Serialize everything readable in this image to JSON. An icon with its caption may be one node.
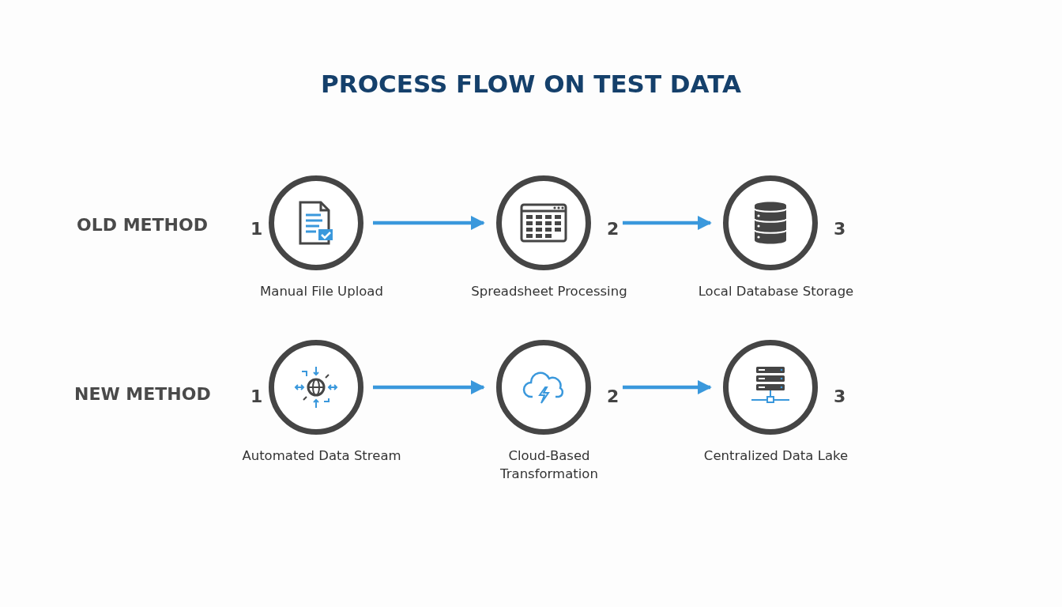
{
  "diagram": {
    "title": "PROCESS FLOW ON TEST DATA",
    "nodes": [
      {
        "text": [
          "Manual File Upload"
        ],
        "beside": [
          "1"
        ]
      },
      {
        "text": [
          "Spreadsheet Processing"
        ],
        "beside": [
          "2"
        ]
      },
      {
        "text": [
          "Local Database Storage"
        ],
        "beside": [
          "3"
        ]
      },
      {
        "text": [
          "Automated Data Stream"
        ],
        "beside": [
          "1"
        ]
      },
      {
        "text": [
          "Cloud-Based Transformation"
        ],
        "beside": [
          "2"
        ]
      },
      {
        "text": [
          "Centralized Data Lake"
        ],
        "beside": [
          "3"
        ]
      }
    ],
    "edges": [
      {
        "from": 0,
        "to": 1,
        "arrow": "to"
      },
      {
        "from": 1,
        "to": 2,
        "arrow": "to"
      },
      {
        "from": 3,
        "to": 4,
        "arrow": "to"
      },
      {
        "from": 4,
        "to": 5,
        "arrow": "to"
      }
    ],
    "labels": [
      "OLD METHOD",
      "NEW METHOD"
    ]
  }
}
